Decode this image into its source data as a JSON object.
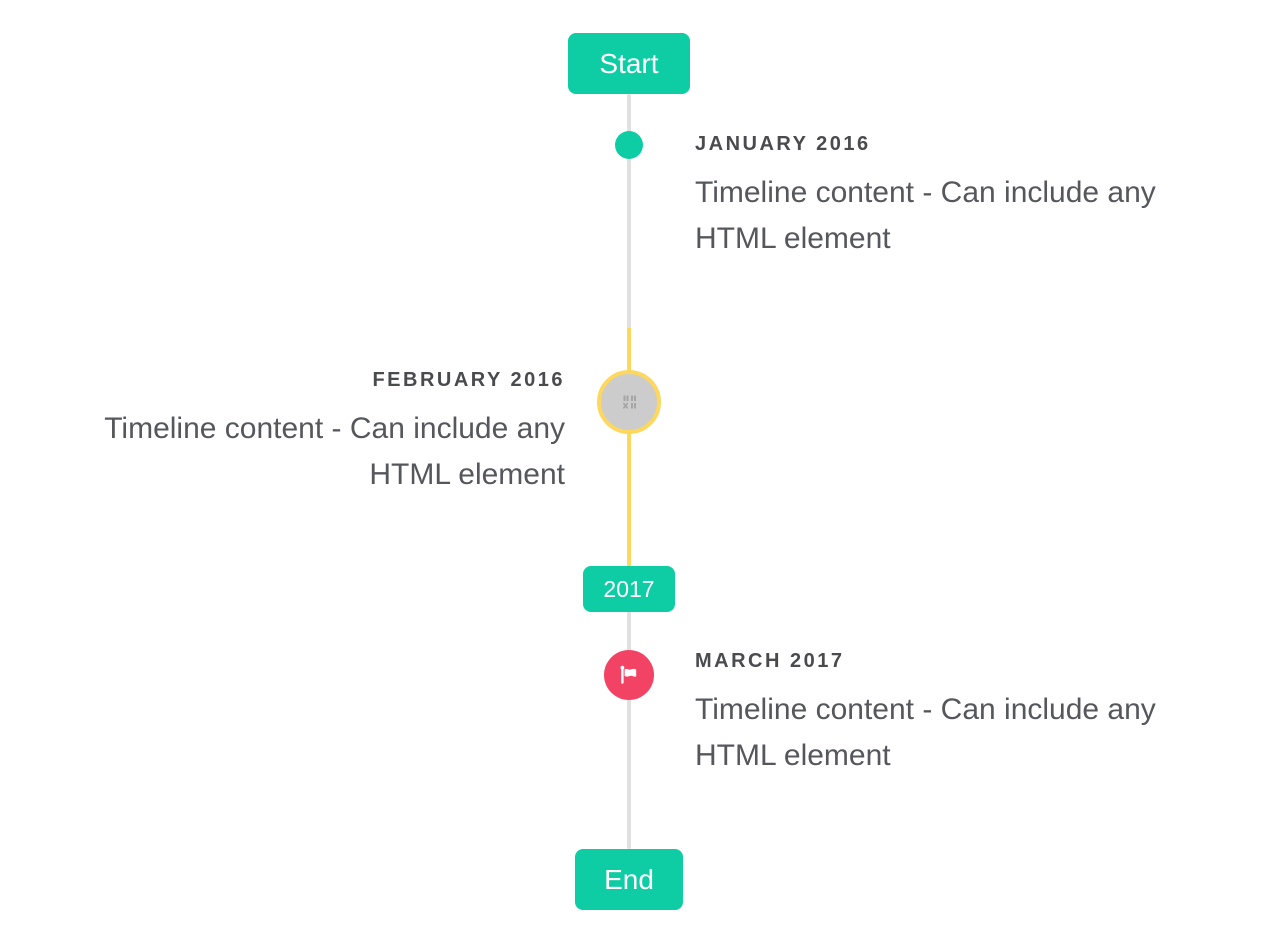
{
  "colors": {
    "accent": "#0ecda4",
    "line": "#e0e0e0",
    "highlight": "#fdd75e",
    "node_fill": "#cccccc",
    "flag_node": "#f24364",
    "title_text": "#4a4b4e",
    "content_text": "#55575c",
    "flag_text": "#ffffff",
    "background": "#ffffff",
    "broken_icon": "#a5a5a5"
  },
  "timeline": {
    "flags": {
      "start": "Start",
      "year": "2017",
      "end": "End"
    },
    "items": [
      {
        "title": "JANUARY 2016",
        "content": "Timeline content - Can include any HTML element",
        "side": "right",
        "node_icon": "teal-dot"
      },
      {
        "title": "FEBRUARY 2016",
        "content": "Timeline content - Can include any HTML element",
        "side": "left",
        "node_icon": "broken-image"
      },
      {
        "title": "MARCH 2017",
        "content": "Timeline content - Can include any HTML element",
        "side": "right",
        "node_icon": "red-flag"
      }
    ]
  }
}
